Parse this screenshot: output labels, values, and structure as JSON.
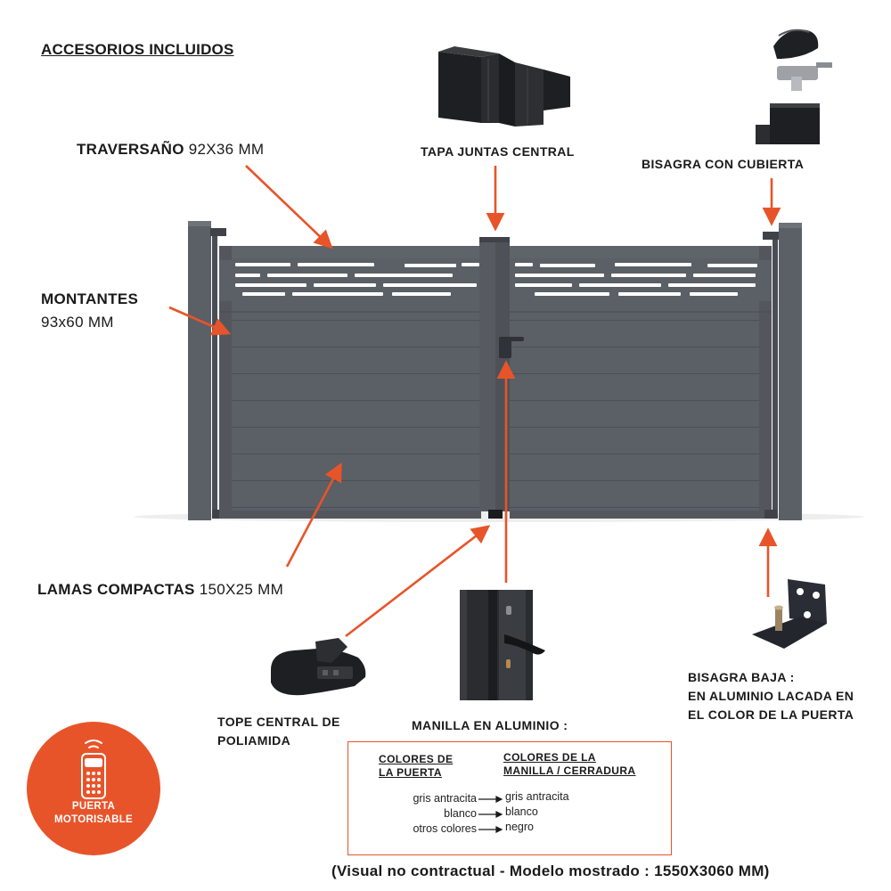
{
  "title": "ACCESORIOS INCLUIDOS",
  "labels": {
    "traversano": {
      "bold": "TRAVERSAÑO",
      "dim": "92X36 MM"
    },
    "montantes": {
      "bold": "MONTANTES",
      "dim": "93x60 MM"
    },
    "lamas": {
      "bold": "LAMAS COMPACTAS",
      "dim": "150X25 MM"
    },
    "tapa_juntas": "TAPA JUNTAS CENTRAL",
    "bisagra_cubierta": "BISAGRA CON CUBIERTA",
    "bisagra_baja": [
      "BISAGRA BAJA :",
      "EN ALUMINIO LACADA EN",
      "EL COLOR DE LA PUERTA"
    ],
    "tope_central": [
      "TOPE CENTRAL DE",
      "POLIAMIDA"
    ],
    "manilla": "MANILLA  EN ALUMINIO :"
  },
  "color_table": {
    "header_left": [
      "COLORES DE",
      "LA PUERTA"
    ],
    "header_right": [
      "COLORES DE LA",
      "MANILLA / CERRADURA"
    ],
    "rows": [
      {
        "door": "gris antracita",
        "handle": "gris antracita"
      },
      {
        "door": "blanco",
        "handle": "blanco"
      },
      {
        "door": "otros colores",
        "handle": "negro"
      }
    ]
  },
  "badge": {
    "line1": "PUERTA",
    "line2": "MOTORISABLE"
  },
  "footer": "(Visual no contractual - Modelo mostrado : 1550X3060 MM)",
  "colors": {
    "accent": "#e8542a",
    "gate": "#5b5f66",
    "gate_dark": "#3f4349",
    "black": "#1b1c1e"
  },
  "icons": [
    "remote-control-icon",
    "wireless-signal-icon",
    "arrow-right-icon"
  ]
}
